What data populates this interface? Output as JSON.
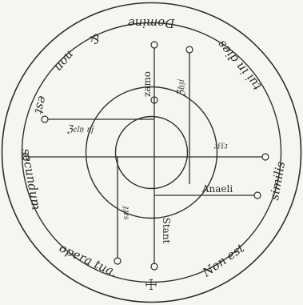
{
  "border_text": {
    "segment_top": "Domine",
    "ampersand": "&",
    "segment_upper_left": "non",
    "segment_left_1": "est",
    "segment_left_2": "secundum",
    "segment_bottom_left": "opera tua.",
    "segment_bottom_right": "Non est",
    "segment_right": "similis",
    "segment_upper_right": "tui in dies"
  },
  "inner_labels": {
    "zamo": "zamo",
    "anaeli": "Anaeli",
    "stant": "Stant"
  },
  "glyph_labels": {
    "upper_right_vertical": "ℨ𝔥𝔷𝔦",
    "left_horizontal": "ℨ𝔢𝔩𝔶  𝔶𝔧",
    "right_horizontal": "𝔯𝔷𝔷𝔢",
    "lower_left_vertical": "𝔷𝔷𝔯𝔰"
  },
  "cross_symbol": "☩",
  "colors": {
    "ink": "#2f2f2f",
    "paper": "#f6f5f1"
  }
}
